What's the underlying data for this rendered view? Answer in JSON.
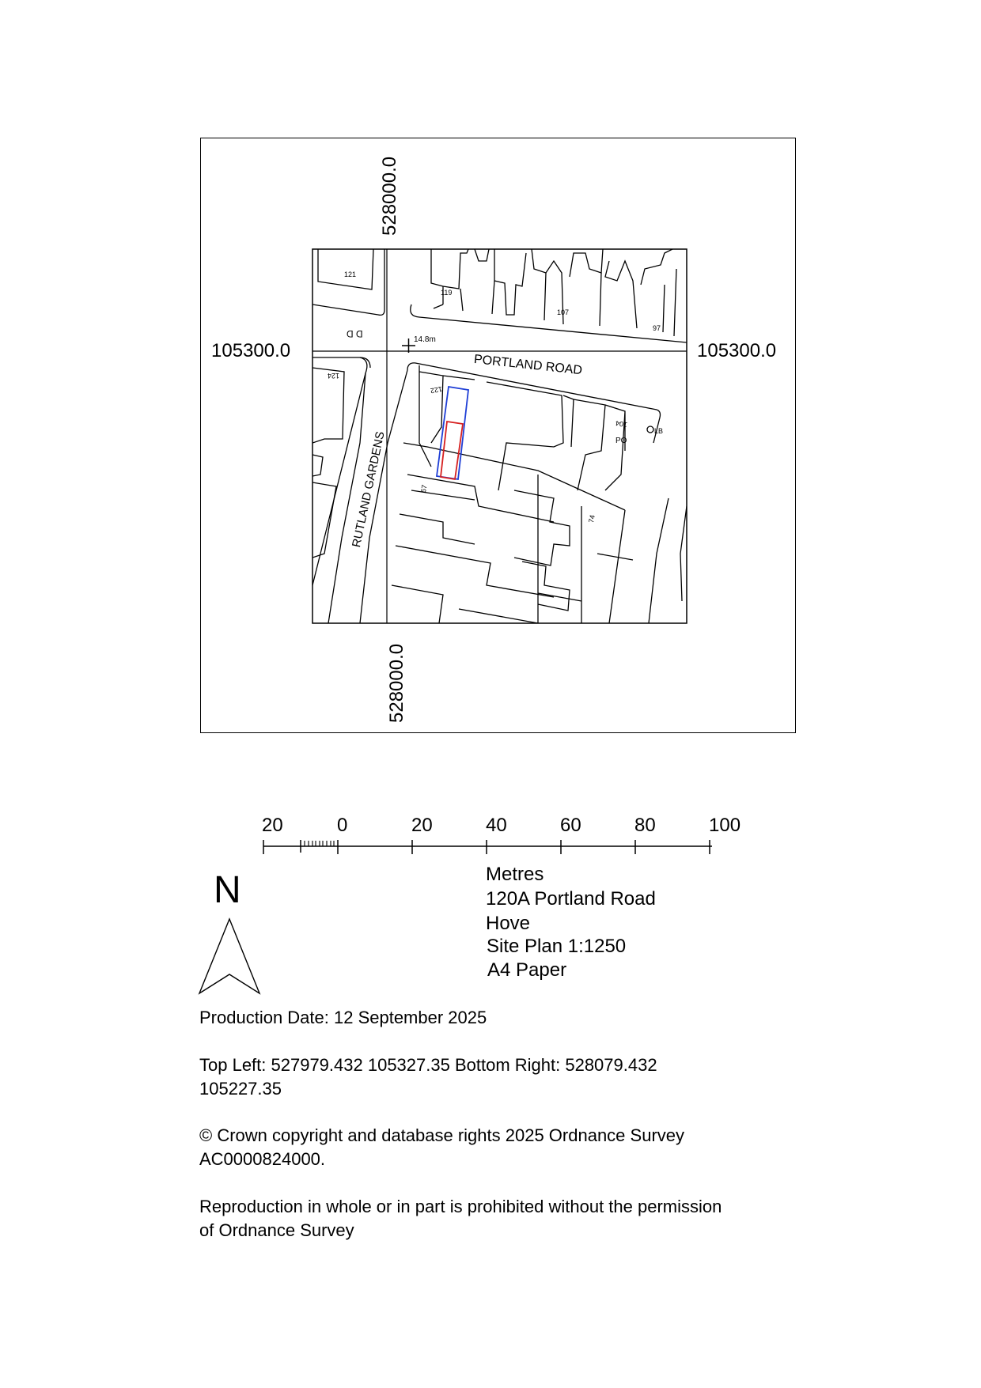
{
  "map": {
    "grid_top_label": "528000.0",
    "grid_bottom_label": "528000.0",
    "grid_left_label": "105300.0",
    "grid_right_label": "105300.0",
    "streets": {
      "portland_road": "PORTLAND ROAD",
      "rutland_gardens": "RUTLAND GARDENS"
    },
    "labels": {
      "n121": "121",
      "n119": "119",
      "n107": "107",
      "n97": "97",
      "n124": "124",
      "n122": "122",
      "n104": "104",
      "n67": "67",
      "n74": "74",
      "po": "PO",
      "lb": "LB",
      "dd": "D D",
      "spot_height": "14.8m"
    },
    "site_colors": {
      "blue": "#1f3fd6",
      "red": "#d62020"
    }
  },
  "scale": {
    "labels": [
      "20",
      "0",
      "20",
      "40",
      "60",
      "80",
      "100"
    ]
  },
  "north": {
    "label": "N"
  },
  "info": {
    "units": "Metres",
    "address": "120A Portland Road",
    "town": "Hove",
    "plan": "Site Plan 1:1250",
    "paper": "A4 Paper"
  },
  "footer": {
    "production": "Production Date: 12 September 2025",
    "coords_line1": "Top Left: 527979.432 105327.35 Bottom Right: 528079.432",
    "coords_line2": "105227.35",
    "copyright_line1": "© Crown copyright and database rights 2025 Ordnance Survey",
    "copyright_line2": "AC0000824000.",
    "repro_line1": "Reproduction in whole or in part is prohibited without the permission",
    "repro_line2": "of Ordnance Survey"
  }
}
